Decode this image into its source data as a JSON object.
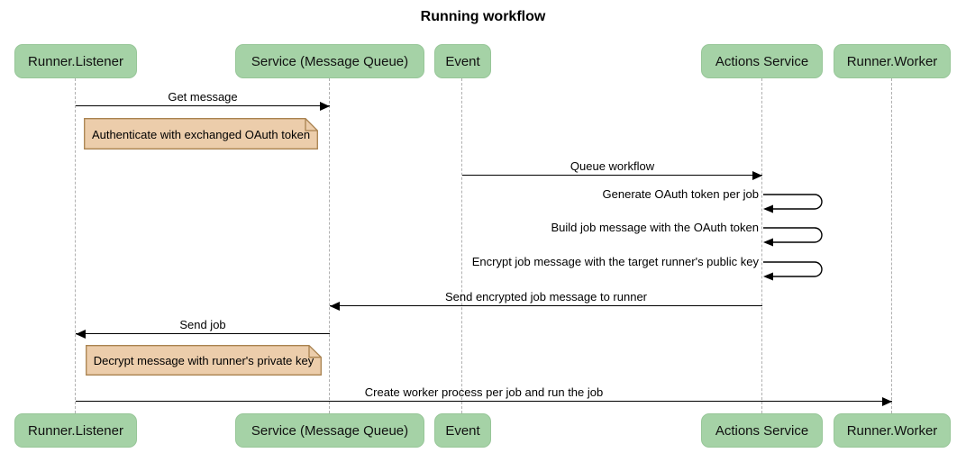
{
  "title": "Running workflow",
  "participants": [
    {
      "id": "runner-listener",
      "label": "Runner.Listener"
    },
    {
      "id": "service-message-queue",
      "label": "Service (Message Queue)"
    },
    {
      "id": "event",
      "label": "Event"
    },
    {
      "id": "actions-service",
      "label": "Actions Service"
    },
    {
      "id": "runner-worker",
      "label": "Runner.Worker"
    }
  ],
  "messages": [
    {
      "label": "Get message",
      "from": "Runner.Listener",
      "to": "Service (Message Queue)",
      "direction": "right"
    },
    {
      "label": "Queue workflow",
      "from": "Event",
      "to": "Actions Service",
      "direction": "right"
    },
    {
      "label": "Send encrypted job message to runner",
      "from": "Actions Service",
      "to": "Service (Message Queue)",
      "direction": "left"
    },
    {
      "label": "Send job",
      "from": "Service (Message Queue)",
      "to": "Runner.Listener",
      "direction": "left"
    },
    {
      "label": "Create worker process per job and run the job",
      "from": "Runner.Listener",
      "to": "Runner.Worker",
      "direction": "right"
    }
  ],
  "self_messages": [
    {
      "label": "Generate OAuth token per job",
      "actor": "Actions Service"
    },
    {
      "label": "Build job message with the OAuth token",
      "actor": "Actions Service"
    },
    {
      "label": "Encrypt job message with the target runner's public key",
      "actor": "Actions Service"
    }
  ],
  "notes": [
    {
      "label": "Authenticate with exchanged OAuth token",
      "over": "Runner.Listener"
    },
    {
      "label": "Decrypt message with runner's private key",
      "over": "Runner.Listener"
    }
  ],
  "colors": {
    "participant_fill": "#a5d2a6",
    "participant_border": "#97c698",
    "note_fill": "#eccdab",
    "note_border": "#a9824f",
    "lifeline": "#b0b0b0",
    "line": "#000000",
    "background": "#ffffff"
  }
}
